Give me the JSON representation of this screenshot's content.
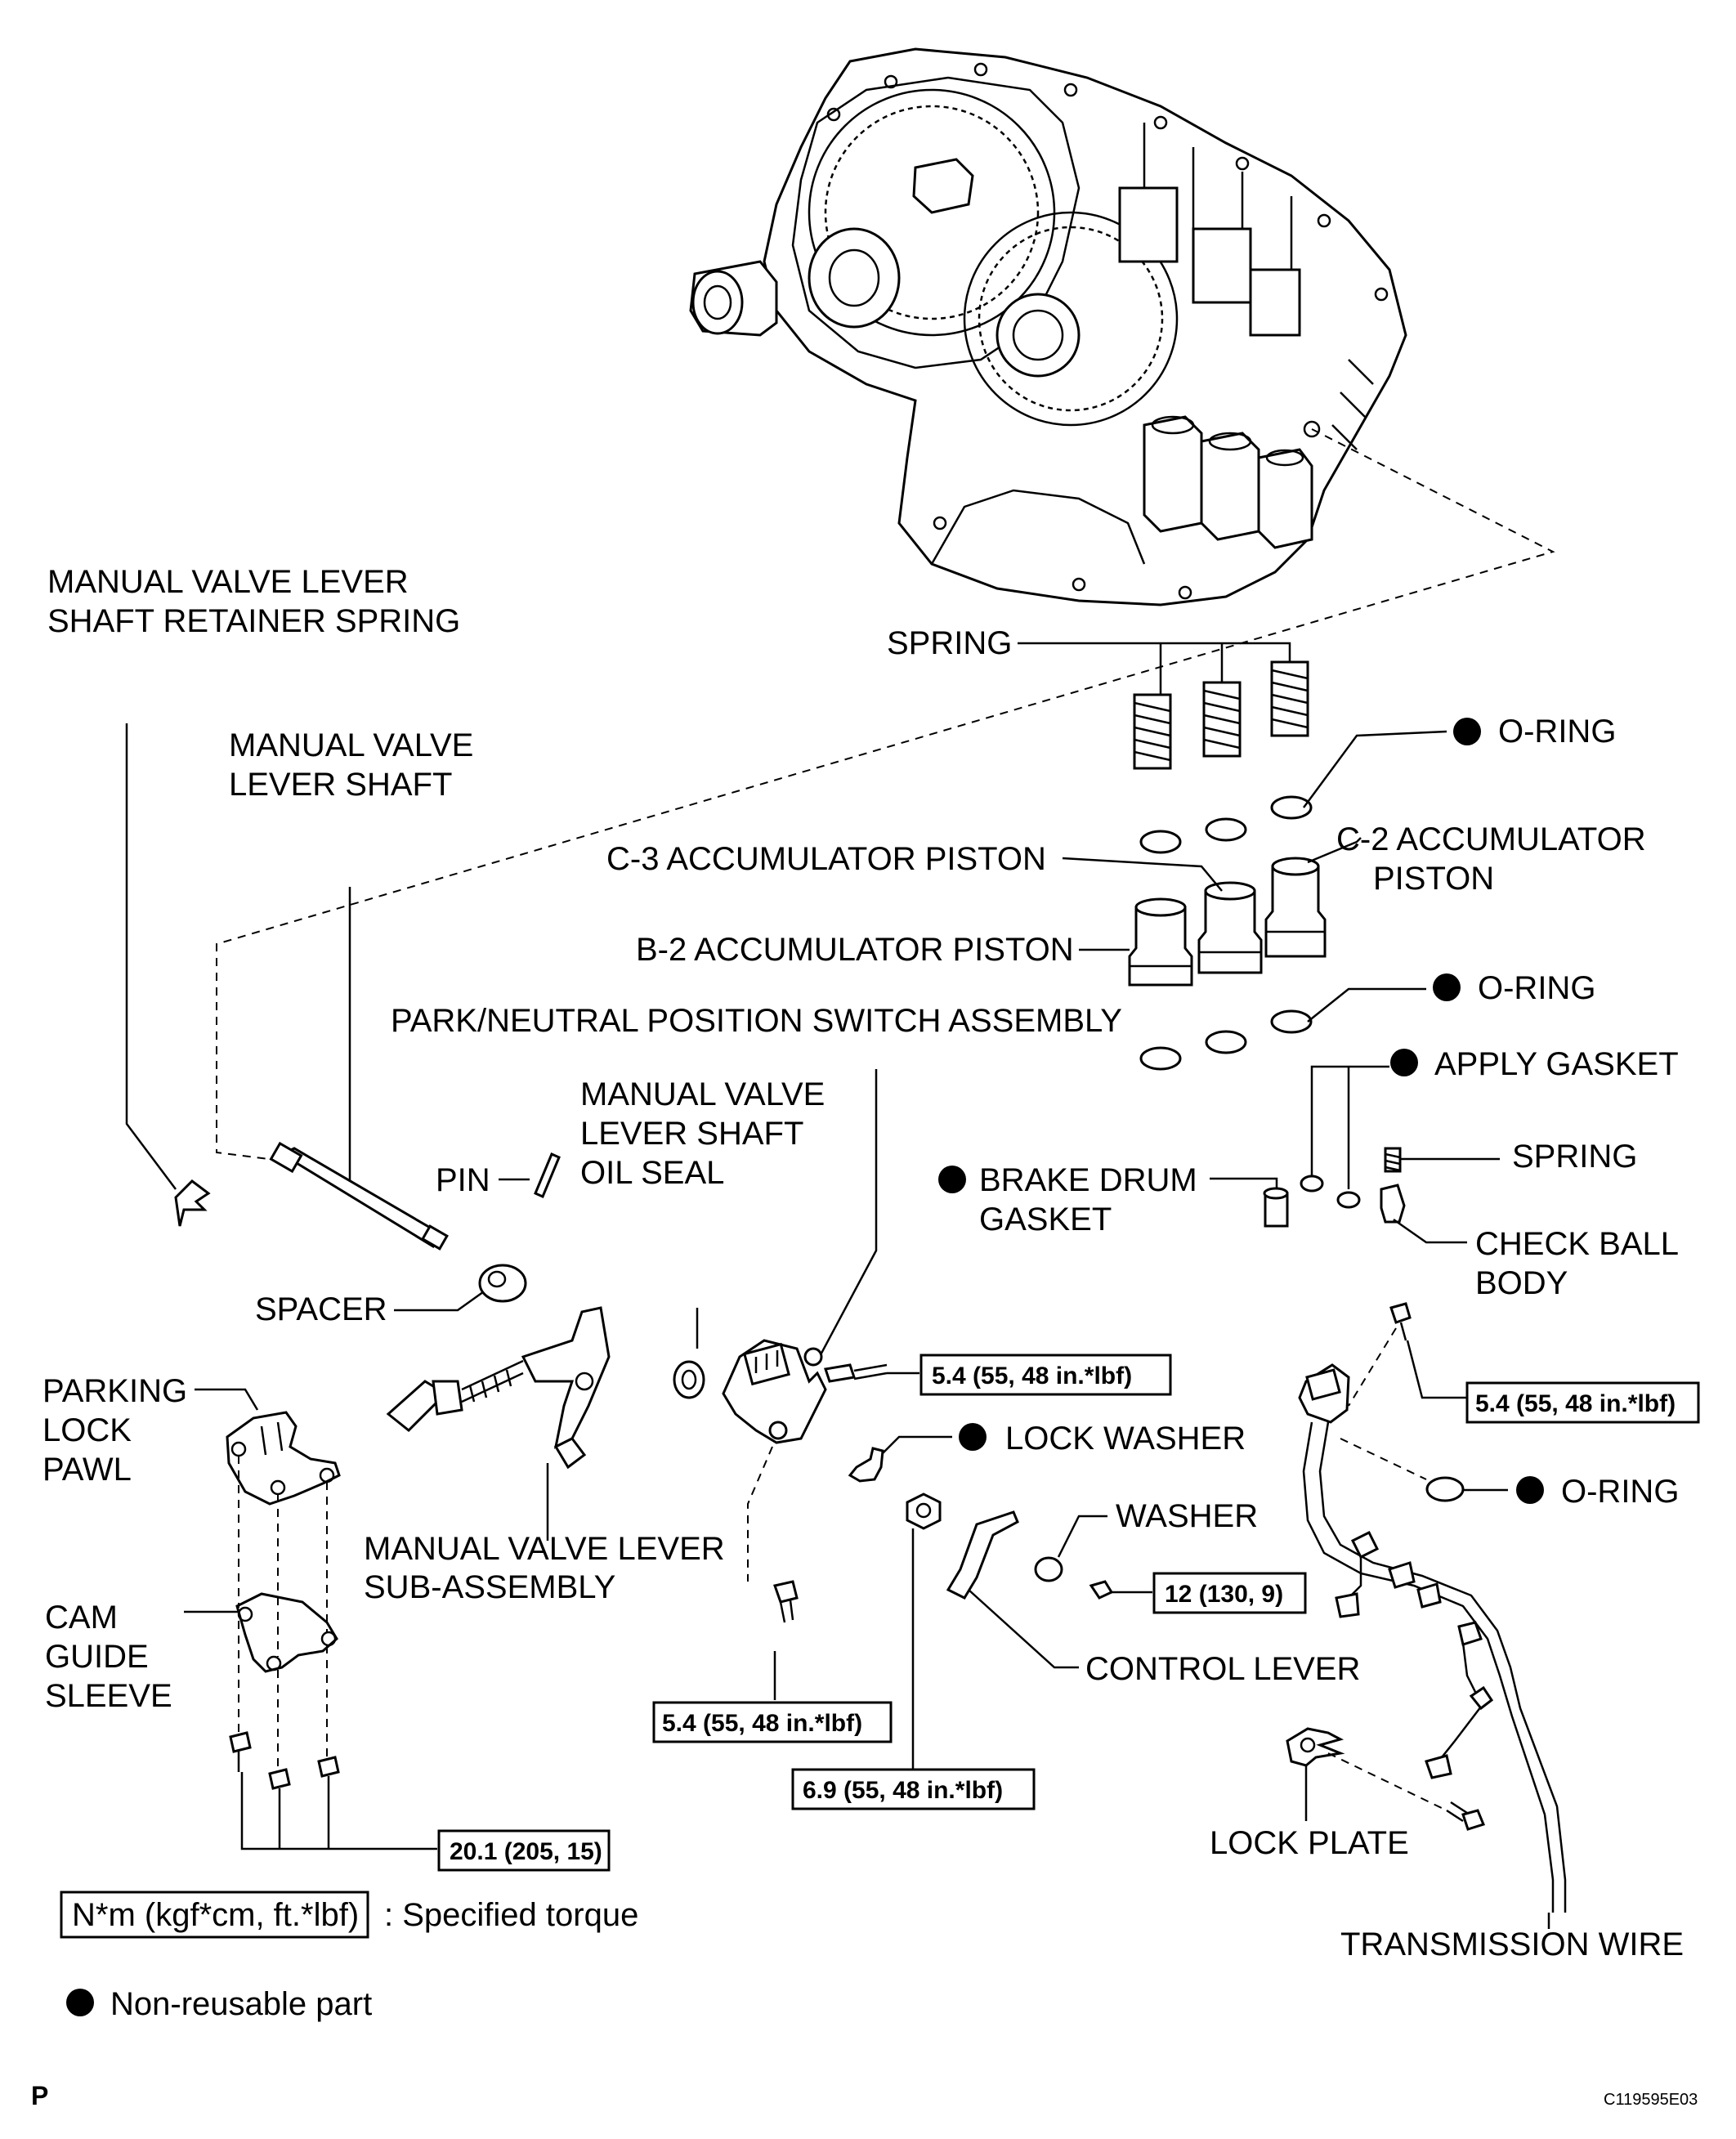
{
  "labels": {
    "retainer_spring": [
      "MANUAL VALVE LEVER",
      "SHAFT RETAINER SPRING"
    ],
    "lever_shaft": [
      "MANUAL VALVE",
      "LEVER SHAFT"
    ],
    "spring_top": "SPRING",
    "oring_1": "O-RING",
    "c3_piston": "C-3 ACCUMULATOR PISTON",
    "c2_piston": [
      "C-2 ACCUMULATOR",
      "PISTON"
    ],
    "b2_piston": "B-2 ACCUMULATOR PISTON",
    "oring_2": "O-RING",
    "pnp_switch": "PARK/NEUTRAL POSITION SWITCH ASSEMBLY",
    "apply_gasket": "APPLY GASKET",
    "oil_seal": [
      "MANUAL VALVE",
      "LEVER SHAFT",
      "OIL SEAL"
    ],
    "pin": "PIN",
    "spring_small": "SPRING",
    "brake_drum_gasket": [
      "BRAKE DRUM",
      "GASKET"
    ],
    "check_ball_body": [
      "CHECK BALL",
      "BODY"
    ],
    "spacer": "SPACER",
    "parking_lock_pawl": [
      "PARKING",
      "LOCK",
      "PAWL"
    ],
    "lock_washer": "LOCK WASHER",
    "oring_3": "O-RING",
    "washer": "WASHER",
    "lever_sub_assembly": [
      "MANUAL VALVE LEVER",
      "SUB-ASSEMBLY"
    ],
    "cam_guide_sleeve": [
      "CAM",
      "GUIDE",
      "SLEEVE"
    ],
    "control_lever": "CONTROL LEVER",
    "lock_plate": "LOCK PLATE",
    "transmission_wire": "TRANSMISSION WIRE"
  },
  "torques": {
    "t1": "5.4 (55, 48 in.*lbf)",
    "t2": "5.4 (55, 48 in.*lbf)",
    "t3": "12 (130, 9)",
    "t4": "5.4 (55, 48 in.*lbf)",
    "t5": "6.9 (55, 48 in.*lbf)",
    "t6": "20.1 (205, 15)"
  },
  "legend": {
    "torque_unit": "N*m (kgf*cm, ft.*lbf)",
    "torque_desc": ": Specified torque",
    "non_reusable": "Non-reusable part"
  },
  "footer": {
    "left": "P",
    "right": "C119595E03"
  }
}
